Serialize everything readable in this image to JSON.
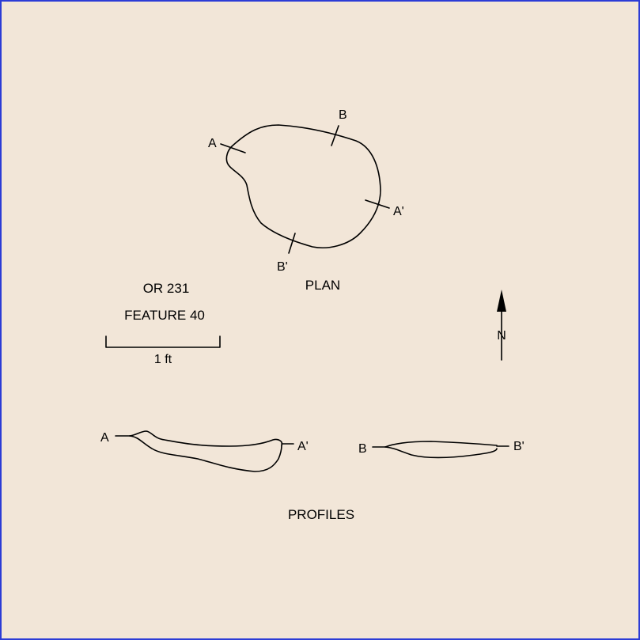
{
  "site": "OR 231",
  "feature": "FEATURE 40",
  "scale_label": "1 ft",
  "plan_label": "PLAN",
  "profiles_label": "PROFILES",
  "north_label": "N",
  "plan_markers": {
    "a": "A",
    "a_prime": "A'",
    "b": "B",
    "b_prime": "B'"
  },
  "profile_a": {
    "left": "A",
    "right": "A'"
  },
  "profile_b": {
    "left": "B",
    "right": "B'"
  },
  "colors": {
    "background": "#f2e6d8",
    "border": "#2c3cd6",
    "ink": "#000000"
  }
}
